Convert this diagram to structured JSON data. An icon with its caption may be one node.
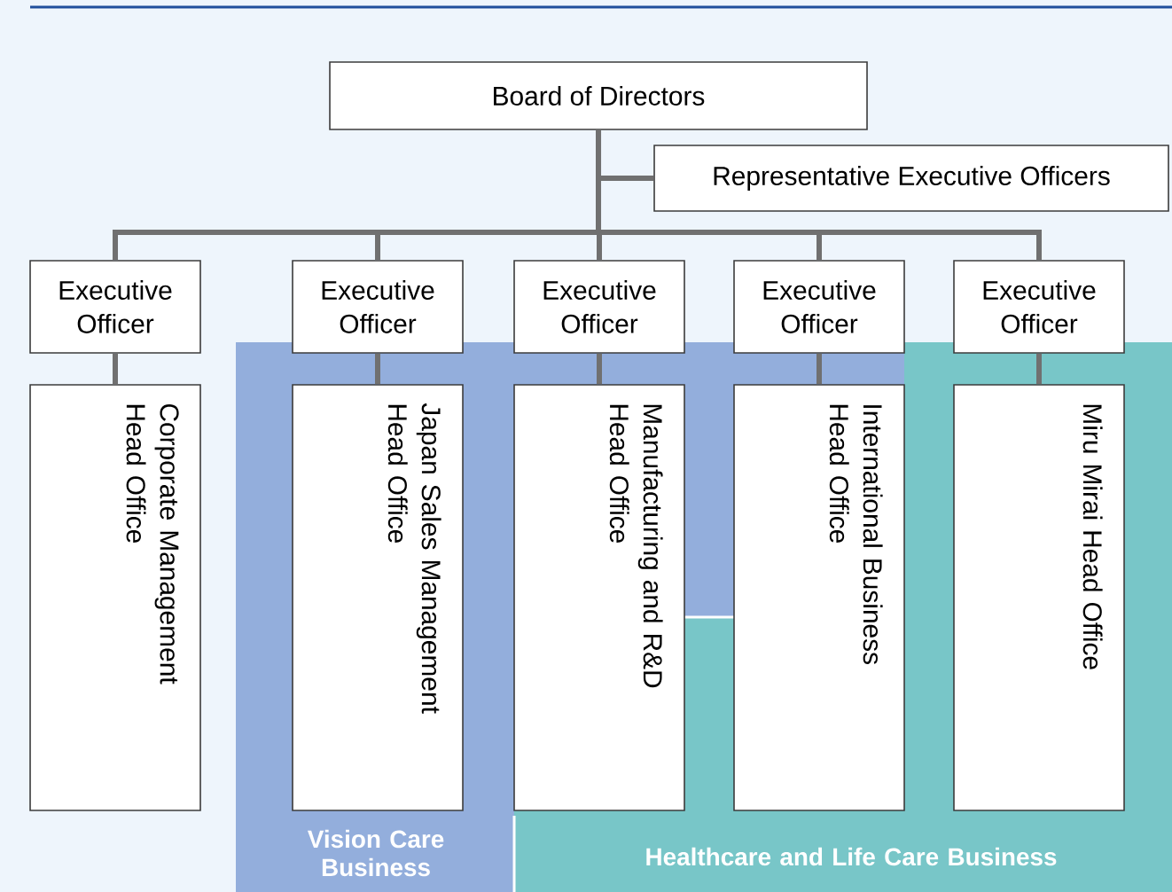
{
  "diagram": {
    "nodes": [
      {
        "text": [
          "Board of Directors"
        ]
      },
      {
        "text": [
          "Representative Executive Officers"
        ]
      },
      {
        "text": [
          "Executive Officer"
        ]
      },
      {
        "text": [
          "Executive Officer"
        ]
      },
      {
        "text": [
          "Executive Officer"
        ]
      },
      {
        "text": [
          "Executive Officer"
        ]
      },
      {
        "text": [
          "Executive Officer"
        ]
      },
      {
        "text": [
          "Corporate Management Head Office"
        ]
      },
      {
        "text": [
          "Japan Sales Management Head Office"
        ],
        "in": 12
      },
      {
        "text": [
          "Manufacturing and R&D Head Office"
        ],
        "in": 12
      },
      {
        "text": [
          "International Business Head Office"
        ],
        "in": 12
      },
      {
        "text": [
          "Miru Mirai Head Office"
        ],
        "in": 13
      },
      {
        "text": [
          "Vision Care Business"
        ]
      },
      {
        "text": [
          "Healthcare and Life Care Business"
        ]
      }
    ],
    "edges": [
      {
        "from": 0,
        "to": 1,
        "arrow": "none"
      },
      {
        "from": 0,
        "to": 2,
        "arrow": "none"
      },
      {
        "from": 0,
        "to": 3,
        "arrow": "none"
      },
      {
        "from": 0,
        "to": 4,
        "arrow": "none"
      },
      {
        "from": 0,
        "to": 5,
        "arrow": "none"
      },
      {
        "from": 0,
        "to": 6,
        "arrow": "none"
      },
      {
        "from": 2,
        "to": 7,
        "arrow": "none"
      },
      {
        "from": 3,
        "to": 8,
        "arrow": "none"
      },
      {
        "from": 4,
        "to": 9,
        "arrow": "none"
      },
      {
        "from": 5,
        "to": 10,
        "arrow": "none"
      },
      {
        "from": 6,
        "to": 11,
        "arrow": "none"
      }
    ]
  }
}
